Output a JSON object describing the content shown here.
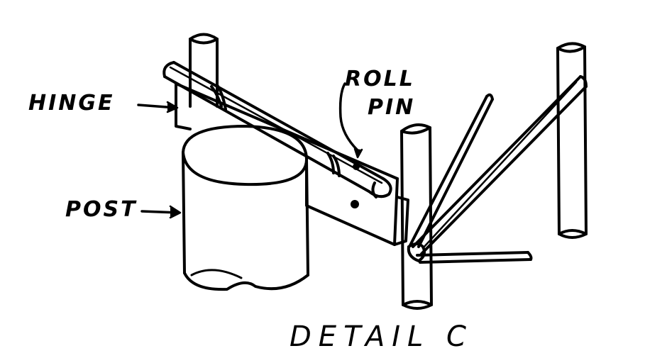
{
  "labels": {
    "hinge": "HINGE",
    "roll": "ROLL",
    "pin": "PIN",
    "post": "POST",
    "detail": "DETAIL C"
  },
  "colors": {
    "ink": "#000000",
    "paper": "#ffffff"
  }
}
